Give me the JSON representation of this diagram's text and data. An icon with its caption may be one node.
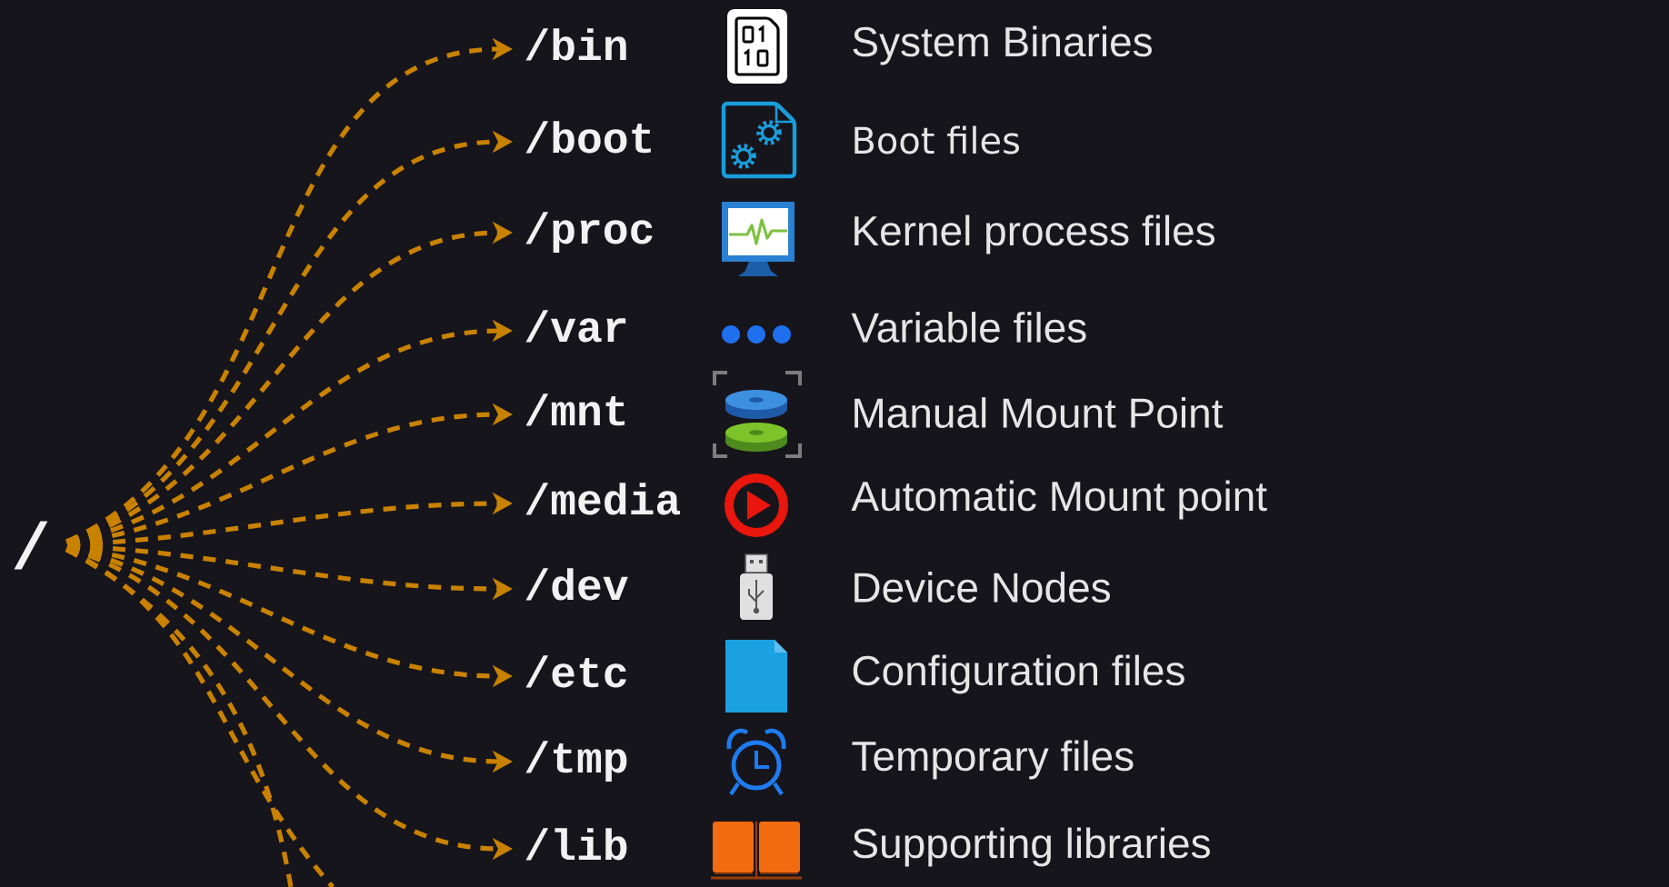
{
  "diagram": {
    "nodes": [
      {
        "text": [
          "/"
        ]
      },
      {
        "text": [
          "/bin"
        ]
      },
      {
        "text": [
          "/boot"
        ]
      },
      {
        "text": [
          "/proc"
        ]
      },
      {
        "text": [
          "/var"
        ]
      },
      {
        "text": [
          "/mnt"
        ]
      },
      {
        "text": [
          "/media"
        ]
      },
      {
        "text": [
          "/dev"
        ]
      },
      {
        "text": [
          "/etc"
        ]
      },
      {
        "text": [
          "/tmp"
        ]
      },
      {
        "text": [
          "/lib"
        ]
      }
    ],
    "edges": [
      {
        "from": 0,
        "to": 1,
        "arrow": "to",
        "style": "dashed"
      },
      {
        "from": 0,
        "to": 2,
        "arrow": "to",
        "style": "dashed"
      },
      {
        "from": 0,
        "to": 3,
        "arrow": "to",
        "style": "dashed"
      },
      {
        "from": 0,
        "to": 4,
        "arrow": "to",
        "style": "dashed"
      },
      {
        "from": 0,
        "to": 5,
        "arrow": "to",
        "style": "dashed"
      },
      {
        "from": 0,
        "to": 6,
        "arrow": "to",
        "style": "dashed"
      },
      {
        "from": 0,
        "to": 7,
        "arrow": "to",
        "style": "dashed"
      },
      {
        "from": 0,
        "to": 8,
        "arrow": "to",
        "style": "dashed"
      },
      {
        "from": 0,
        "to": 9,
        "arrow": "to",
        "style": "dashed"
      },
      {
        "from": 0,
        "to": 10,
        "arrow": "to",
        "style": "dashed"
      },
      {
        "from": 0,
        "to": null,
        "arrow": "none",
        "style": "dashed"
      },
      {
        "from": 0,
        "to": null,
        "arrow": "none",
        "style": "dashed"
      }
    ],
    "labels": [
      "System Binaries",
      "Boot files",
      "Kernel process files",
      "Variable files",
      "Manual Mount Point",
      "Automatic Mount point",
      "Device Nodes",
      "Configuration files",
      "Temporary files",
      "Supporting libraries"
    ]
  }
}
